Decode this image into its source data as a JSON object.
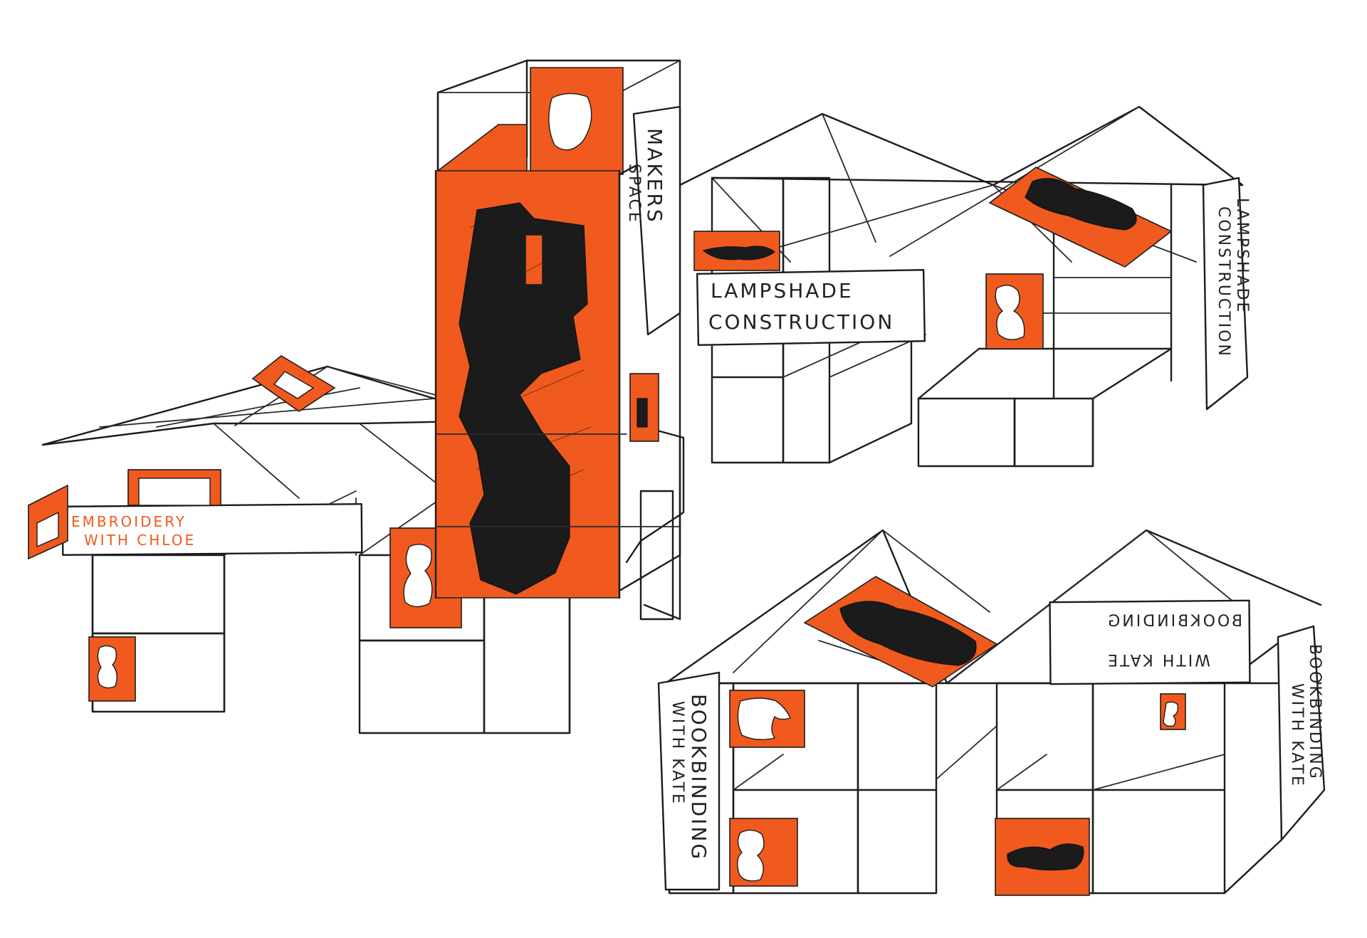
{
  "colors": {
    "accent": "#f05a1e",
    "ink": "#1c1c1c",
    "paper": "#ffffff"
  },
  "labels": {
    "makers_space": [
      "MAKERS",
      "SPACE"
    ],
    "lampshade_front": [
      "LAMPSHADE",
      "CONSTRUCTION"
    ],
    "lampshade_side": [
      "LAMPSHADE",
      "CONSTRUCTION"
    ],
    "embroidery": [
      "EMBROIDERY",
      "WITH CHLOE"
    ],
    "bookbinding_left": [
      "BOOKBINDING",
      "WITH KATE"
    ],
    "bookbinding_back": [
      "BOOKBINDING",
      "WITH KATE"
    ],
    "bookbinding_right": [
      "BOOKBINDING",
      "WITH KATE"
    ]
  }
}
